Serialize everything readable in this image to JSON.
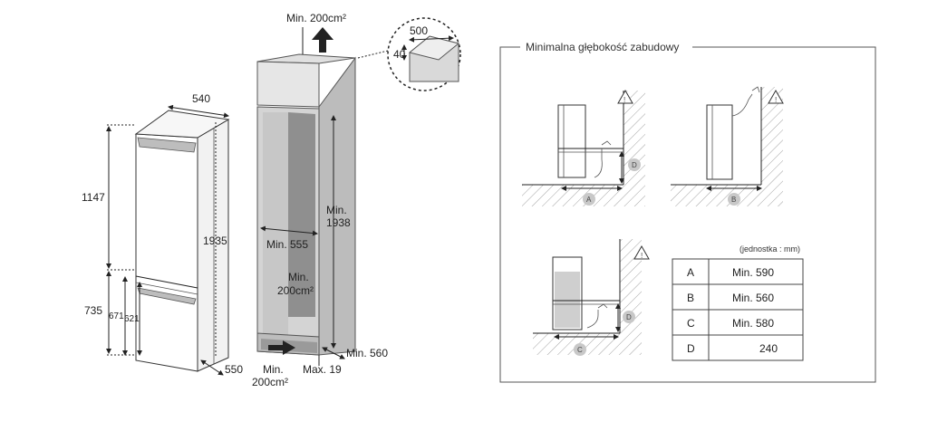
{
  "fridge": {
    "width_label": "540",
    "depth_label": "550",
    "total_height_label": "1935",
    "upper_height_label": "1147",
    "lower_height_label": "735",
    "drawer_a_label": "671",
    "drawer_b_label": "621"
  },
  "cabinet": {
    "top_vent_label": "Min. 200cm²",
    "inner_width_label": "Min. 555",
    "inner_height_label_line1": "Min.",
    "inner_height_label_line2": "1938",
    "mid_vent_label_line1": "Min.",
    "mid_vent_label_line2": "200cm²",
    "bottom_vent_label_line1": "Min.",
    "bottom_vent_label_line2": "200cm²",
    "plinth_label": "Max. 19",
    "depth_label": "Min. 560",
    "detail_depth_label": "500",
    "detail_height_label": "40"
  },
  "panel": {
    "title": "Minimalna głębokość zabudowy",
    "unit_note": "(jednostka : mm)",
    "markers": [
      "A",
      "B",
      "C",
      "D"
    ],
    "table": [
      {
        "key": "A",
        "value": "Min. 590"
      },
      {
        "key": "B",
        "value": "Min. 560"
      },
      {
        "key": "C",
        "value": "Min. 580"
      },
      {
        "key": "D",
        "value": "240"
      }
    ]
  },
  "colors": {
    "line": "#222222",
    "cabinet_fill": "#d9d9d9",
    "cabinet_dark": "#8c8c8c",
    "marker_fill": "#c8c8c8",
    "panel_border": "#555555"
  }
}
